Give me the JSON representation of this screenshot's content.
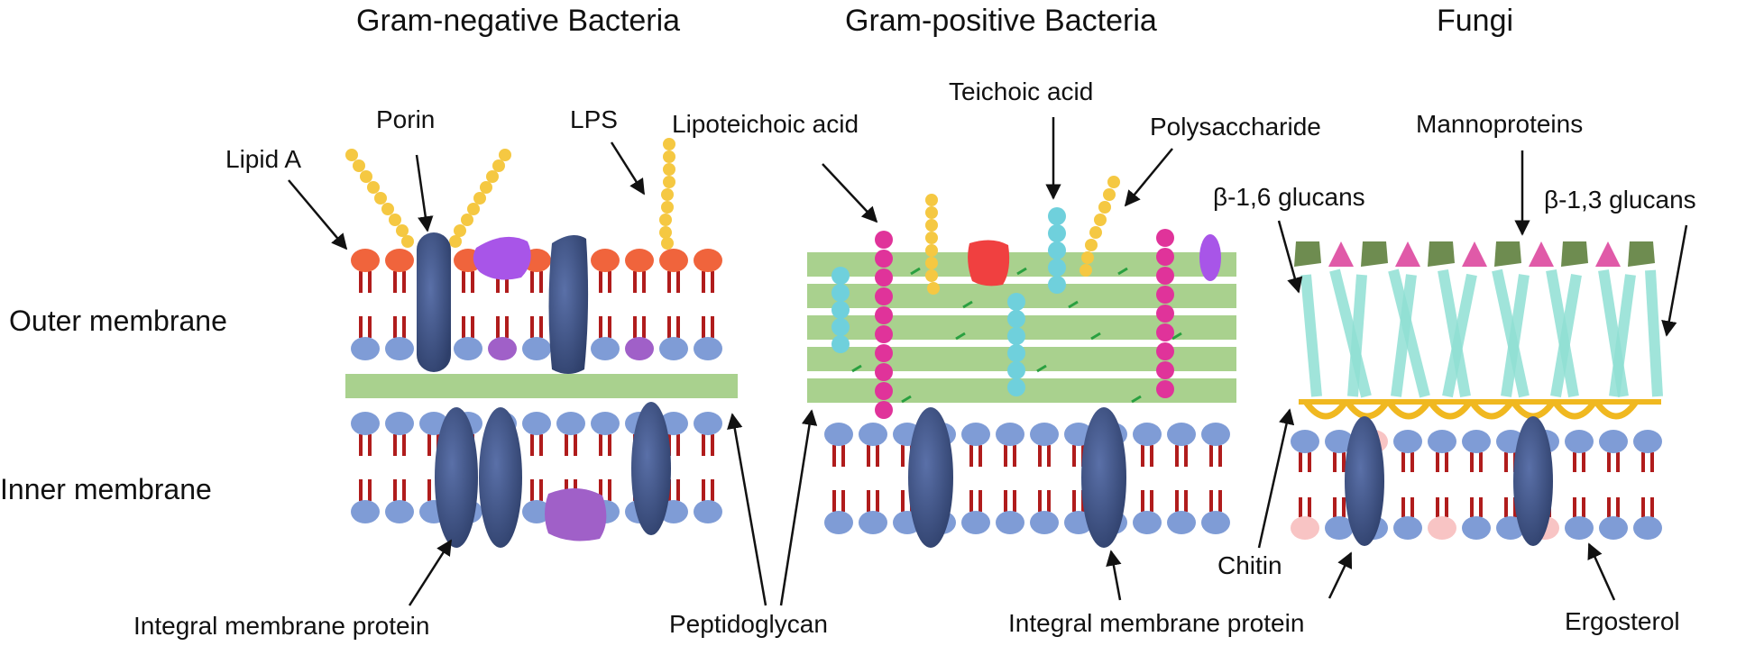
{
  "titles": {
    "gram_negative": "Gram-negative Bacteria",
    "gram_positive": "Gram-positive Bacteria",
    "fungi": "Fungi"
  },
  "side_labels": {
    "outer_membrane": "Outer membrane",
    "inner_membrane": "Inner membrane"
  },
  "gram_negative_labels": {
    "lipid_a": "Lipid A",
    "porin": "Porin",
    "lps": "LPS",
    "integral_membrane_protein": "Integral membrane protein"
  },
  "gram_positive_labels": {
    "lipoteichoic_acid": "Lipoteichoic acid",
    "teichoic_acid": "Teichoic acid",
    "polysaccharide": "Polysaccharide",
    "integral_membrane_protein": "Integral membrane protein"
  },
  "shared_labels": {
    "peptidoglycan": "Peptidoglycan"
  },
  "fungi_labels": {
    "mannoproteins": "Mannoproteins",
    "beta_1_6_glucans": "β-1,6 glucans",
    "beta_1_3_glucans": "β-1,3 glucans",
    "chitin": "Chitin",
    "ergosterol": "Ergosterol"
  },
  "colors": {
    "phospholipid_head": "#7f9cd6",
    "lipid_tail": "#b01c1c",
    "membrane_protein": "#3f5586",
    "peptidoglycan": "#a9d18e",
    "lipid_a_head": "#f0643c",
    "lps_chain": "#f5c842",
    "teichoic_bead": "#e0339a",
    "lipoteichoic_bead": "#6fd0dc",
    "mannoprotein_green": "#6e8c50",
    "mannoprotein_pink": "#e05aa8",
    "glucan": "#90e0d4",
    "chitin": "#f0b820",
    "ergosterol": "#f8c4c4",
    "porin_purple": "#a855e8",
    "protein_purple": "#a060c8",
    "red_protein": "#f04040"
  }
}
